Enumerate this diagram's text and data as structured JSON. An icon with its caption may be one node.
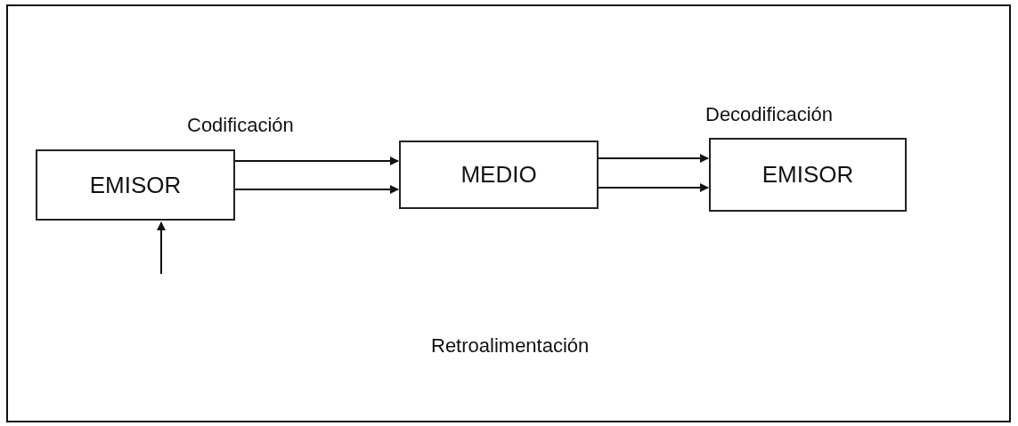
{
  "diagram": {
    "nodes": [
      {
        "text": [
          "EMISOR"
        ]
      },
      {
        "text": [
          "MEDIO"
        ]
      },
      {
        "text": [
          "EMISOR"
        ]
      }
    ],
    "edges": [
      {
        "from": 0,
        "to": 1,
        "arrow": "to"
      },
      {
        "from": 0,
        "to": 1,
        "arrow": "to"
      },
      {
        "from": 1,
        "to": 2,
        "arrow": "to"
      },
      {
        "from": 1,
        "to": 2,
        "arrow": "to"
      },
      {
        "from": null,
        "to": 0,
        "arrow": "to"
      }
    ],
    "labels": [
      "Codificación",
      "Decodificación",
      "Retroalimentación"
    ]
  }
}
